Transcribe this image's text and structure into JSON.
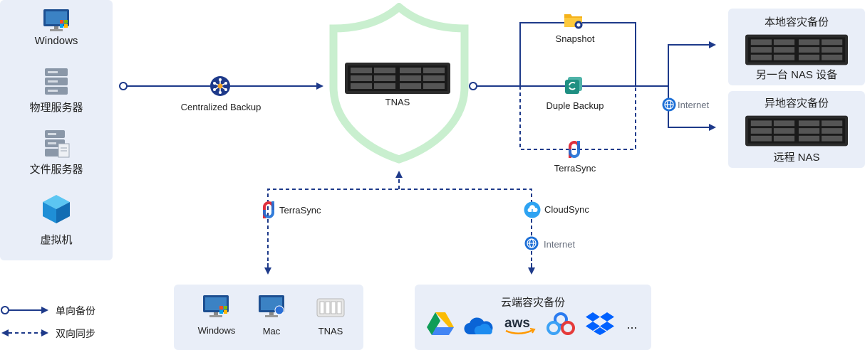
{
  "sources": {
    "windows": "Windows",
    "physical_server": "物理服务器",
    "file_server": "文件服务器",
    "vm": "虚拟机"
  },
  "center": {
    "centralized_backup": "Centralized Backup",
    "tnas": "TNAS"
  },
  "right_flow": {
    "snapshot": "Snapshot",
    "duple_backup": "Duple Backup",
    "terrasync": "TerraSync",
    "internet": "Internet"
  },
  "targets": {
    "local_title": "本地容灾备份",
    "local_sub": "另一台 NAS 设备",
    "remote_title": "异地容灾备份",
    "remote_sub": "远程 NAS"
  },
  "bottom": {
    "terrasync": "TerraSync",
    "cloudsync": "CloudSync",
    "internet": "Internet",
    "devices": [
      "Windows",
      "Mac",
      "TNAS"
    ],
    "cloud_title": "云端容灾备份",
    "ellipsis": "..."
  },
  "legend": {
    "one_way": "单向备份",
    "two_way": "双向同步"
  },
  "colors": {
    "line_blue": "#1e3a8a",
    "panel_bg": "#e9eef8",
    "shield_green": "#c9efcf",
    "terrasync_red": "#e0303e"
  }
}
